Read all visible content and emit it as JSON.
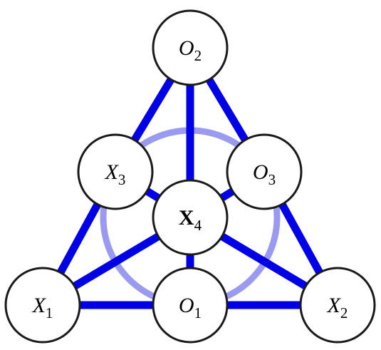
{
  "colors": {
    "edge": "#0000e6",
    "circle": "#9a9af0",
    "node_fill": "#ffffff",
    "node_stroke": "#1a1a1a"
  },
  "nodes": {
    "O2": {
      "main": "O",
      "sub": "2",
      "style": "italic"
    },
    "X3": {
      "main": "X",
      "sub": "3",
      "style": "italic"
    },
    "O3": {
      "main": "O",
      "sub": "3",
      "style": "italic"
    },
    "X4": {
      "main": "X",
      "sub": "4",
      "style": "bold"
    },
    "X1": {
      "main": "X",
      "sub": "1",
      "style": "italic"
    },
    "O1": {
      "main": "O",
      "sub": "1",
      "style": "italic"
    },
    "X2": {
      "main": "X",
      "sub": "2",
      "style": "italic"
    }
  },
  "edges": [
    [
      "O2",
      "X3"
    ],
    [
      "X3",
      "X1"
    ],
    [
      "X1",
      "O1"
    ],
    [
      "O1",
      "X2"
    ],
    [
      "X2",
      "O3"
    ],
    [
      "O3",
      "O2"
    ],
    [
      "O2",
      "X4"
    ],
    [
      "X3",
      "X4"
    ],
    [
      "X1",
      "X4"
    ],
    [
      "O1",
      "X4"
    ],
    [
      "X2",
      "X4"
    ],
    [
      "O3",
      "X4"
    ]
  ]
}
